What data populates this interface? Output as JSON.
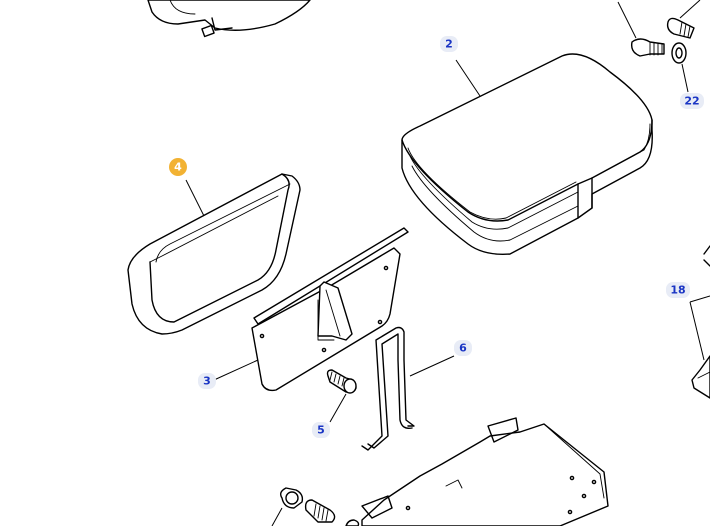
{
  "diagram": {
    "callouts": {
      "c2": "2",
      "c22": "22",
      "c4": "4",
      "c18": "18",
      "c6": "6",
      "c3": "3",
      "c5": "5"
    },
    "highlight_color": "#f2b233",
    "callout_text_color": "#1a35c4"
  }
}
